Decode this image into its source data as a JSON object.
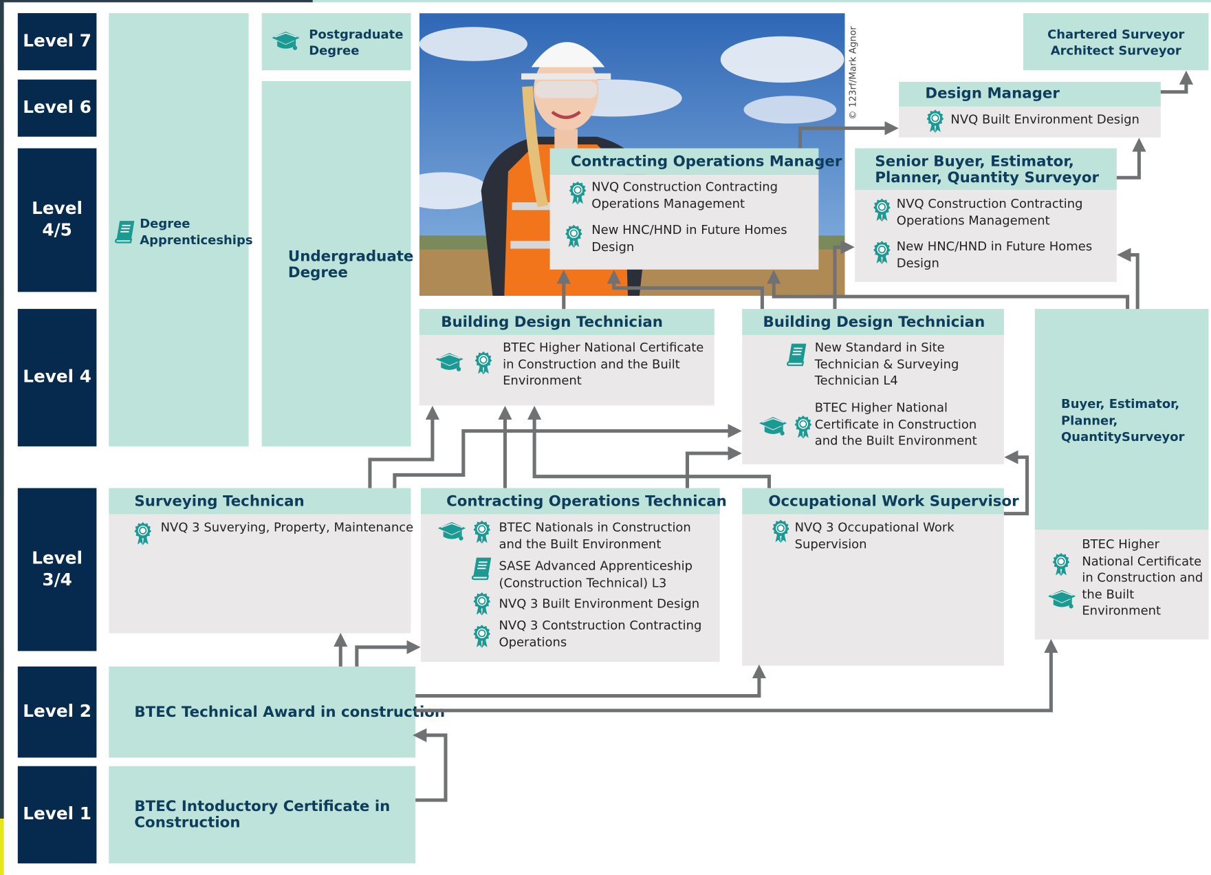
{
  "levels": {
    "l7": "Level 7",
    "l6": "Level 6",
    "l45": "Level 4/5",
    "l4": "Level 4",
    "l34": "Level 3/4",
    "l2": "Level 2",
    "l1": "Level 1"
  },
  "academic": {
    "degree_apprenticeships": "Degree Apprenticeships",
    "postgraduate_degree": "Postgraduate Degree",
    "undergraduate_degree": "Undergraduate Degree"
  },
  "photo_credit": "© 123rf/Mark Agnor",
  "roles": {
    "chartered": {
      "line1": "Chartered Surveyor",
      "line2": "Architect Surveyor"
    },
    "design_manager": {
      "title": "Design Manager",
      "items": [
        "NVQ Built Environment Design"
      ]
    },
    "contracting_ops_manager": {
      "title": "Contracting Operations Manager",
      "items": [
        "NVQ Construction Contracting Operations Management",
        "New HNC/HND in Future Homes Design"
      ]
    },
    "senior_buyer": {
      "title": "Senior Buyer, Estimator, Planner, Quantity Surveyor",
      "items": [
        "NVQ Construction Contracting Operations Management",
        "New HNC/HND in Future Homes Design"
      ]
    },
    "bdt_left": {
      "title": "Building Design Technician",
      "items": [
        "BTEC Higher National Certificate in Construction and the Built Environment"
      ]
    },
    "bdt_right": {
      "title": "Building Design Technician",
      "items": [
        "New Standard in Site Technician & Surveying Technician L4",
        "BTEC Higher National Certificate in Construction and the Built Environment"
      ]
    },
    "buyer": {
      "title": "Buyer, Estimator, Planner, QuantitySurveyor",
      "items": [
        "BTEC Higher National Certificate in Construction and the Built Environment"
      ]
    },
    "surveying_tech": {
      "title": "Surveying Technican",
      "items": [
        "NVQ 3 Suverying, Property, Maintenance"
      ]
    },
    "contracting_ops_tech": {
      "title": "Contracting Operations Technican",
      "items": [
        "BTEC Nationals in Construction and the Built Environment",
        "SASE Advanced Apprenticeship (Construction  Technical) L3",
        "NVQ 3 Built Environment Design",
        "NVQ 3 Contstruction Contracting Operations"
      ]
    },
    "occupational": {
      "title": "Occupational Work Supervisor",
      "items": [
        "NVQ 3 Occupational Work Supervision"
      ]
    },
    "btec_award": {
      "title": "BTEC Technical Award in construction"
    },
    "btec_intro": {
      "title": "BTEC Intoductory Certificate in Construction"
    }
  },
  "colors": {
    "navy": "#052a4e",
    "mint": "#bde3db",
    "grey": "#ebe8e9",
    "teal": "#1a9a93",
    "arrow": "#6f7172"
  },
  "icon_legend": [
    "award-rosette-icon",
    "graduation-cap-icon",
    "book-icon"
  ]
}
